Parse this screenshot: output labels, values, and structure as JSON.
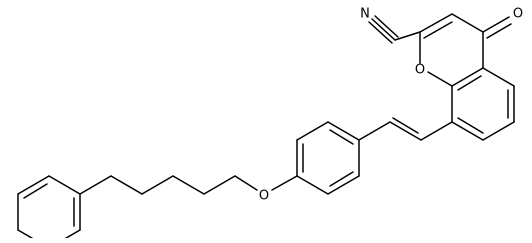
{
  "diagram": {
    "atom_labels": {
      "nitrile_nitrogen": "N",
      "carbonyl_oxygen": "O",
      "ring_oxygen": "O",
      "ether_oxygen": "O"
    }
  }
}
